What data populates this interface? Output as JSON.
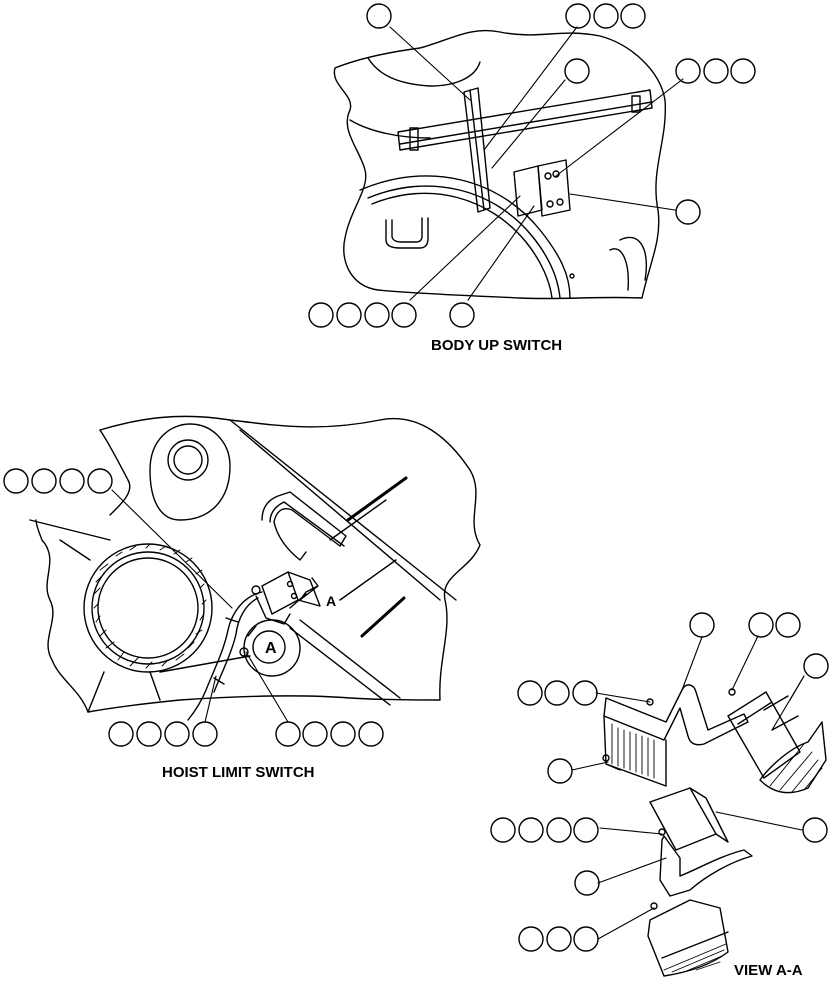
{
  "captions": {
    "body_up_switch": "BODY UP SWITCH",
    "hoist_limit_switch": "HOIST LIMIT SWITCH",
    "view_aa": "VIEW A-A"
  },
  "section_marker": {
    "letter": "A",
    "detail_letter": "A"
  },
  "colors": {
    "line": "#000000",
    "background": "#ffffff"
  }
}
